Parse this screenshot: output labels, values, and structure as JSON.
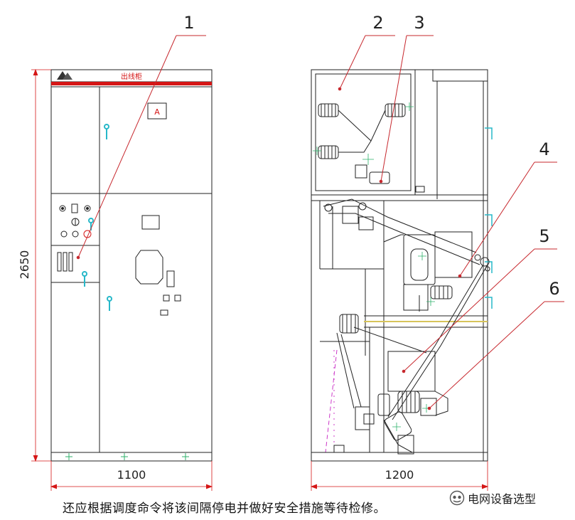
{
  "front_view": {
    "title_label": "出线柜",
    "door_label": "A",
    "height_dim": "2650",
    "width_dim": "1100"
  },
  "side_view": {
    "width_dim": "1200"
  },
  "callouts": [
    "1",
    "2",
    "3",
    "4",
    "5",
    "6"
  ],
  "caption": "还应根据调度命令将该间隔停电并做好安全措施等待检修。",
  "brand": {
    "text": "电网设备选型",
    "icon": "wechat-official-account-icon"
  },
  "colors": {
    "line": "#222222",
    "accent_red": "#d51616",
    "handle_cyan": "#27b8c9",
    "marker_green": "#2fb26b",
    "leader_red": "#c7282e",
    "yellow_bar": "#d7c45a",
    "magenta": "#cc38c8"
  }
}
